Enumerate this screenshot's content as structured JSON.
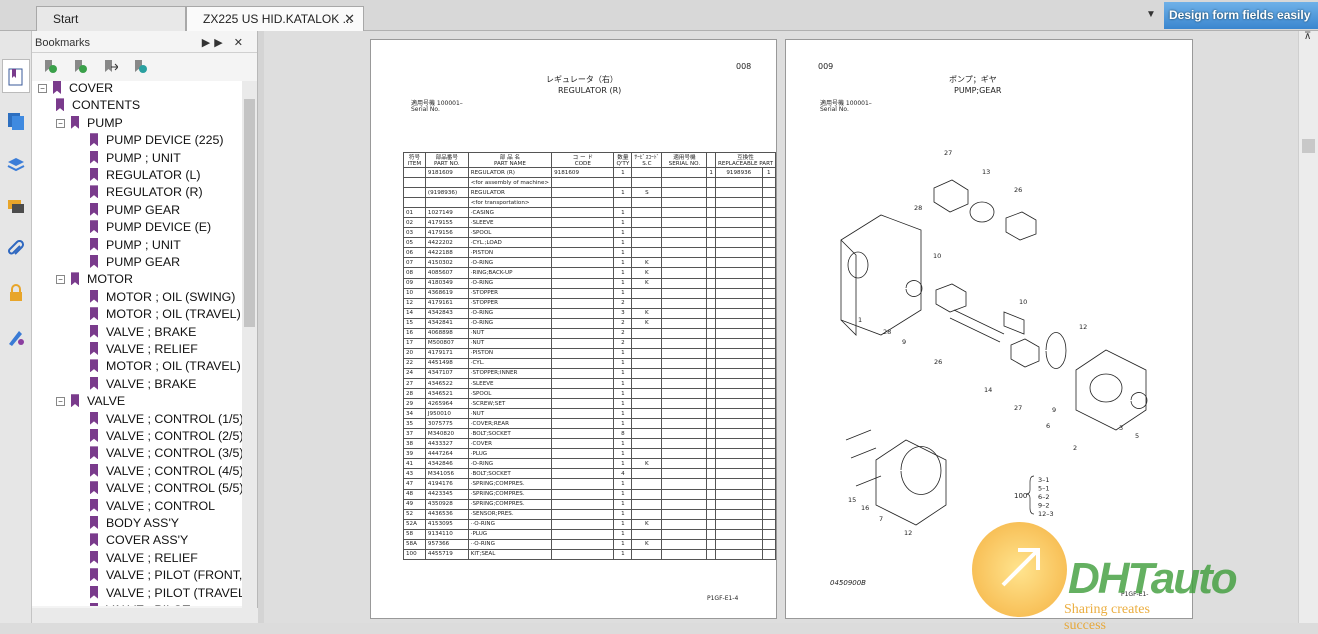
{
  "tabs": [
    {
      "label": "Start"
    },
    {
      "label": "ZX225 US HID.KATALOK ...",
      "close": "✕"
    }
  ],
  "tab_menu": "▼",
  "design_banner": "Design form fields easily",
  "bookmarks": {
    "title": "Bookmarks",
    "controls": "▶▶ ✕",
    "items": [
      {
        "label": "COVER",
        "level": 0,
        "toggle": "−"
      },
      {
        "label": "CONTENTS",
        "level": 1
      },
      {
        "label": "PUMP",
        "level": 1,
        "toggle": "−"
      },
      {
        "label": "PUMP DEVICE (225)",
        "level": 2
      },
      {
        "label": "PUMP ; UNIT",
        "level": 2
      },
      {
        "label": "REGULATOR (L)",
        "level": 2
      },
      {
        "label": "REGULATOR (R)",
        "level": 2
      },
      {
        "label": "PUMP GEAR",
        "level": 2
      },
      {
        "label": "PUMP DEVICE (E)",
        "level": 2
      },
      {
        "label": "PUMP ; UNIT",
        "level": 2
      },
      {
        "label": "PUMP GEAR",
        "level": 2
      },
      {
        "label": "MOTOR",
        "level": 1,
        "toggle": "−"
      },
      {
        "label": "MOTOR ; OIL (SWING)",
        "level": 2
      },
      {
        "label": "MOTOR ; OIL (TRAVEL)",
        "level": 2
      },
      {
        "label": "VALVE ; BRAKE",
        "level": 2
      },
      {
        "label": "VALVE ; RELIEF",
        "level": 2
      },
      {
        "label": "MOTOR ; OIL (TRAVEL)",
        "level": 2
      },
      {
        "label": "VALVE ; BRAKE",
        "level": 2
      },
      {
        "label": "VALVE",
        "level": 1,
        "toggle": "−"
      },
      {
        "label": "VALVE ; CONTROL (1/5)",
        "level": 2
      },
      {
        "label": "VALVE ; CONTROL (2/5)",
        "level": 2
      },
      {
        "label": "VALVE ; CONTROL (3/5)",
        "level": 2
      },
      {
        "label": "VALVE ; CONTROL (4/5)",
        "level": 2
      },
      {
        "label": "VALVE ; CONTROL (5/5)",
        "level": 2
      },
      {
        "label": "VALVE ; CONTROL",
        "level": 2
      },
      {
        "label": "BODY ASS'Y",
        "level": 2
      },
      {
        "label": "COVER ASS'Y",
        "level": 2
      },
      {
        "label": "VALVE ; RELIEF",
        "level": 2
      },
      {
        "label": "VALVE ; PILOT (FRONT,",
        "level": 2
      },
      {
        "label": "VALVE ; PILOT (TRAVEL",
        "level": 2
      },
      {
        "label": "VALVE ; PILOT",
        "level": 2
      }
    ]
  },
  "page_left": {
    "page_no": "008",
    "title_jp": "レギュレータ（右）",
    "title_en": "REGULATOR (R)",
    "serial_jp": "適用号機  100001–",
    "serial_en": "Serial No.",
    "headers": {
      "item_jp": "符号",
      "item_en": "ITEM",
      "part_jp": "部品番号",
      "part_en": "PART NO.",
      "name_jp": "部 品 名",
      "name_en": "PART NAME",
      "code_jp": "コ ー ド",
      "code_en": "CODE",
      "qty_jp": "数量",
      "qty_en": "Q'TY",
      "sc_jp": "ｻｰﾋﾞｽｺｰﾄﾞ",
      "sc_en": "S.C",
      "serial_jp": "適用号機",
      "serial_en": "SERIAL NO.",
      "repl_jp": "互換性",
      "repl_en": "REPLACEABLE PART"
    },
    "rows": [
      [
        "",
        "9181609",
        "REGULATOR (R)",
        "9181609",
        "1",
        "",
        "",
        "1",
        "9198936",
        "1"
      ],
      [
        "",
        "",
        "<for assembly of machine>",
        "",
        "",
        "",
        "",
        "",
        "",
        ""
      ],
      [
        "",
        "(9198936)",
        "REGULATOR",
        "",
        "1",
        "S",
        "",
        "",
        "",
        ""
      ],
      [
        "",
        "",
        "<for transportation>",
        "",
        "",
        "",
        "",
        "",
        "",
        ""
      ],
      [
        "01",
        "1027149",
        "·CASING",
        "",
        "1",
        "",
        "",
        "",
        "",
        ""
      ],
      [
        "02",
        "4179155",
        "·SLEEVE",
        "",
        "1",
        "",
        "",
        "",
        "",
        ""
      ],
      [
        "03",
        "4179156",
        "·SPOOL",
        "",
        "1",
        "",
        "",
        "",
        "",
        ""
      ],
      [
        "05",
        "4422202",
        "·CYL.;LOAD",
        "",
        "1",
        "",
        "",
        "",
        "",
        ""
      ],
      [
        "06",
        "4422188",
        "·PISTON",
        "",
        "1",
        "",
        "",
        "",
        "",
        ""
      ],
      [
        "07",
        "4150302",
        "·O-RING",
        "",
        "1",
        "K",
        "",
        "",
        "",
        ""
      ],
      [
        "08",
        "4085607",
        "·RING;BACK-UP",
        "",
        "1",
        "K",
        "",
        "",
        "",
        ""
      ],
      [
        "09",
        "4180349",
        "·O-RING",
        "",
        "1",
        "K",
        "",
        "",
        "",
        ""
      ],
      [
        "10",
        "4368619",
        "·STOPPER",
        "",
        "1",
        "",
        "",
        "",
        "",
        ""
      ],
      [
        "12",
        "4179161",
        "·STOPPER",
        "",
        "2",
        "",
        "",
        "",
        "",
        ""
      ],
      [
        "14",
        "4342843",
        "·O-RING",
        "",
        "3",
        "K",
        "",
        "",
        "",
        ""
      ],
      [
        "15",
        "4342841",
        "·O-RING",
        "",
        "2",
        "K",
        "",
        "",
        "",
        ""
      ],
      [
        "16",
        "4068898",
        "·NUT",
        "",
        "2",
        "",
        "",
        "",
        "",
        ""
      ],
      [
        "17",
        "M500807",
        "·NUT",
        "",
        "2",
        "",
        "",
        "",
        "",
        ""
      ],
      [
        "20",
        "4179171",
        "·PISTON",
        "",
        "1",
        "",
        "",
        "",
        "",
        ""
      ],
      [
        "22",
        "4451498",
        "·CYL.",
        "",
        "1",
        "",
        "",
        "",
        "",
        ""
      ],
      [
        "24",
        "4347107",
        "·STOPPER;INNER",
        "",
        "1",
        "",
        "",
        "",
        "",
        ""
      ],
      [
        "27",
        "4346522",
        "·SLEEVE",
        "",
        "1",
        "",
        "",
        "",
        "",
        ""
      ],
      [
        "28",
        "4346521",
        "·SPOOL",
        "",
        "1",
        "",
        "",
        "",
        "",
        ""
      ],
      [
        "29",
        "4265964",
        "·SCREW;SET",
        "",
        "1",
        "",
        "",
        "",
        "",
        ""
      ],
      [
        "34",
        "J950010",
        "·NUT",
        "",
        "1",
        "",
        "",
        "",
        "",
        ""
      ],
      [
        "35",
        "3075775",
        "·COVER;REAR",
        "",
        "1",
        "",
        "",
        "",
        "",
        ""
      ],
      [
        "37",
        "M340820",
        "·BOLT;SOCKET",
        "",
        "8",
        "",
        "",
        "",
        "",
        ""
      ],
      [
        "38",
        "4433327",
        "·COVER",
        "",
        "1",
        "",
        "",
        "",
        "",
        ""
      ],
      [
        "39",
        "4447264",
        "·PLUG",
        "",
        "1",
        "",
        "",
        "",
        "",
        ""
      ],
      [
        "41",
        "4342846",
        "·O-RING",
        "",
        "1",
        "K",
        "",
        "",
        "",
        ""
      ],
      [
        "43",
        "M341056",
        "·BOLT;SOCKET",
        "",
        "4",
        "",
        "",
        "",
        "",
        ""
      ],
      [
        "47",
        "4194176",
        "·SPRING;COMPRES.",
        "",
        "1",
        "",
        "",
        "",
        "",
        ""
      ],
      [
        "48",
        "4423345",
        "·SPRING;COMPRES.",
        "",
        "1",
        "",
        "",
        "",
        "",
        ""
      ],
      [
        "49",
        "4350928",
        "·SPRING;COMPRES.",
        "",
        "1",
        "",
        "",
        "",
        "",
        ""
      ],
      [
        "52",
        "4436536",
        "·SENSOR;PRES.",
        "",
        "1",
        "",
        "",
        "",
        "",
        ""
      ],
      [
        "52A",
        "4153095",
        "··O-RING",
        "",
        "1",
        "K",
        "",
        "",
        "",
        ""
      ],
      [
        "58",
        "9134110",
        "·PLUG",
        "",
        "1",
        "",
        "",
        "",
        "",
        ""
      ],
      [
        "58A",
        "957366",
        "··O-RING",
        "",
        "1",
        "K",
        "",
        "",
        "",
        ""
      ],
      [
        "100",
        "4455719",
        "KIT;SEAL",
        "",
        "1",
        "",
        "",
        "",
        "",
        ""
      ]
    ],
    "footer": "P1GF-E1-4"
  },
  "page_right": {
    "page_no": "009",
    "title_jp": "ポンプ；ギヤ",
    "title_en": "PUMP;GEAR",
    "serial_jp": "適用号機  100001–",
    "serial_en": "Serial No.",
    "callouts": [
      "27",
      "13",
      "26",
      "28",
      "10",
      "1",
      "28",
      "9",
      "26",
      "10",
      "12",
      "14",
      "27",
      "6",
      "9",
      "2",
      "3",
      "5",
      "15",
      "16",
      "7",
      "12"
    ],
    "kit_label": "100",
    "kit_items": [
      "3–1",
      "5–1",
      "6–2",
      "9–2",
      "12–3"
    ],
    "drawing_no": "0450900B",
    "footer": "P1GF-E1-"
  },
  "watermark": {
    "brand": "DHTauto",
    "slogan": "Sharing creates success"
  }
}
